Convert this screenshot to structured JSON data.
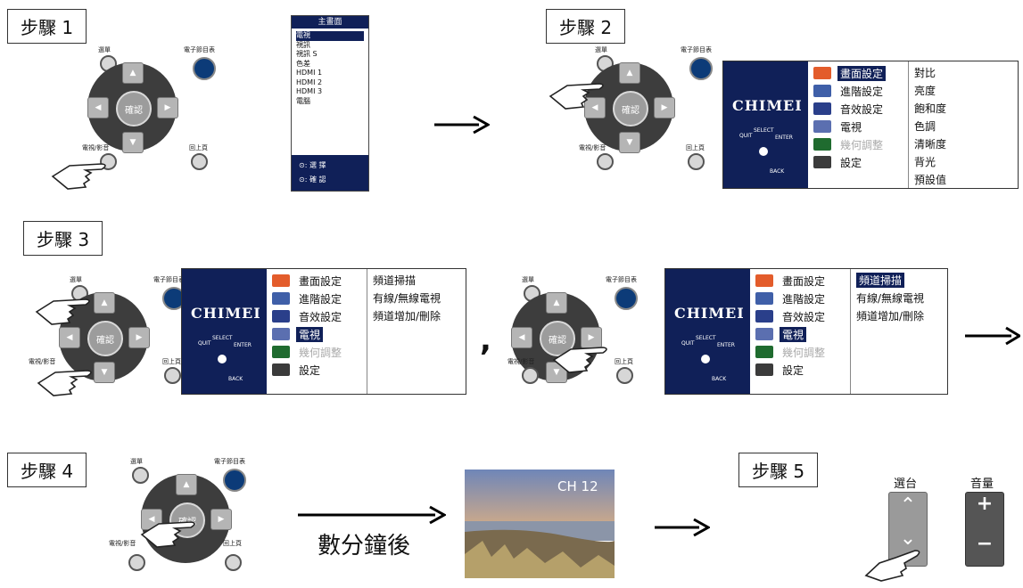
{
  "steps": {
    "s1": "步驟 1",
    "s2": "步驟 2",
    "s3": "步驟 3",
    "s4": "步驟 4",
    "s5": "步驟 5"
  },
  "remote": {
    "menu": "選單",
    "epg": "電子節目表",
    "source": "電視/影音",
    "back": "回上頁",
    "ok": "確認"
  },
  "source_menu": {
    "title": "主畫面",
    "items": [
      "電視",
      "視訊",
      "視訊 S",
      "色差",
      "HDMI 1",
      "HDMI 2",
      "HDMI 3",
      "電腦"
    ],
    "hint_select": ": 選 擇",
    "hint_confirm": ": 確 認"
  },
  "tv_menu": {
    "brand": "CHIMEI",
    "pad": {
      "quit": "QUIT",
      "select": "SELECT",
      "enter": "ENTER",
      "back": "BACK"
    },
    "items": [
      "畫面設定",
      "進階設定",
      "音效設定",
      "電視",
      "幾何調整",
      "設定"
    ],
    "picture_sub": [
      "對比",
      "亮度",
      "飽和度",
      "色調",
      "清晰度",
      "背光",
      "預設值"
    ],
    "tv_sub": [
      "頻道掃描",
      "有線/無線電視",
      "頻道增加/刪除"
    ]
  },
  "separator": ",",
  "step4_caption": "數分鐘後",
  "photo_channel": "CH 12",
  "step5": {
    "channel": "選台",
    "volume": "音量",
    "plus": "+",
    "minus": "−"
  },
  "colors": {
    "navy": "#102058",
    "epg": "#0c3b78"
  }
}
